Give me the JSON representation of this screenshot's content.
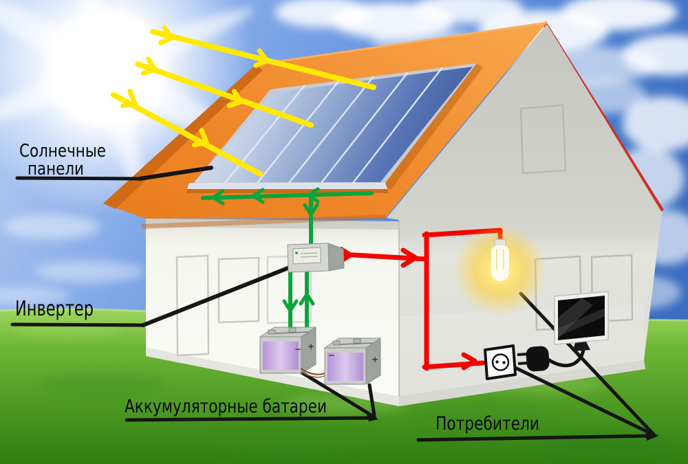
{
  "diagram": {
    "labels": {
      "solar_panels_line1": "Солнечные",
      "solar_panels_line2": "панели",
      "inverter": "Инвертер",
      "batteries": "Аккумуляторные батареи",
      "consumers": "Потребители"
    },
    "battery_marks": {
      "plus": "+",
      "minus": "−"
    },
    "colors": {
      "sun_ray_yellow": "#ffe900",
      "dc_wire_green": "#0aa53c",
      "ac_wire_red": "#f20500",
      "roof_orange": "#ef8228",
      "roof_trim_red": "#cc3322",
      "pointer_black": "#151515",
      "battery_face_purple": "#c9a6e2",
      "bulb_glow_yellow": "#ffd23a"
    },
    "components": [
      "sun",
      "sun-rays",
      "solar-panel",
      "house",
      "inverter",
      "batteries",
      "light-bulb",
      "wall-socket",
      "power-plug",
      "tv"
    ]
  }
}
